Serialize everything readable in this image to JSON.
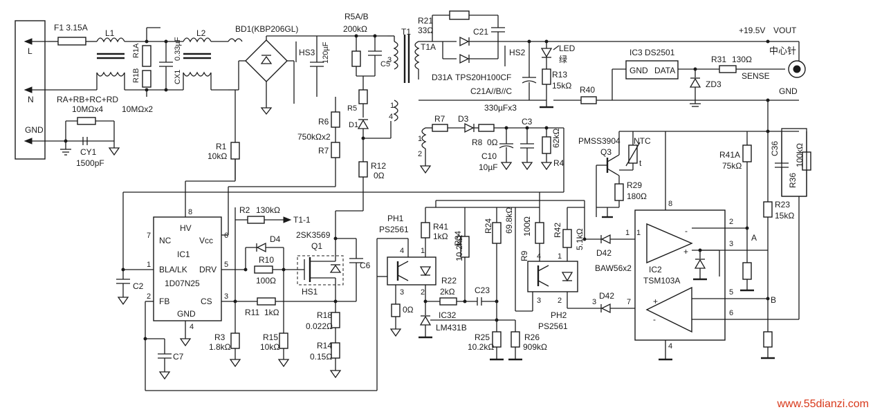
{
  "diagram": {
    "labels": {
      "f1": "F1 3.15A",
      "l_in": "L",
      "n_in": "N",
      "gnd_in": "GND",
      "l1": "L1",
      "r1a": "R1A",
      "r1b": "R1B",
      "cx1": "0.33µF",
      "cx1b": "CX1",
      "l2": "L2",
      "r1ab_val": "10MΩx2",
      "rarbrcrd": "RA+RB+RC+RD",
      "rarbrcrd_val": "10MΩx4",
      "cy1": "CY1",
      "cy1_val": "1500pF",
      "bd1": "BD1(KBP206GL)",
      "hs3": "HS3",
      "c_bulk": "120µF",
      "r5ab": "R5A/B",
      "r5ab_val": "200kΩ",
      "c5": "C5",
      "t1": "T1",
      "pin3": "3",
      "r5": "R5",
      "pin1": "1",
      "d1": "D1",
      "pin4": "4",
      "r6": "R6",
      "r6_val": "750kΩx2",
      "r7": "R7",
      "r1": "R1",
      "r1_val": "10kΩ",
      "r12": "R12",
      "r12_val": "0Ω",
      "r21": "R21",
      "r21_val": "33Ω",
      "c21": "C21",
      "t1a": "T1A",
      "d31a": "D31A",
      "tps": "TPS20H100CF",
      "hs2": "HS2",
      "c21abc": "C21A//B//C",
      "c21abc_val": "330µFx3",
      "led": "LED",
      "led_color": "绿",
      "r13": "R13",
      "r13_val": "15kΩ",
      "r40": "R40",
      "ic3": "IC3 DS2501",
      "ic3_gnd": "GND",
      "ic3_data": "DATA",
      "r31": "R31",
      "r31_val": "130Ω",
      "sense": "SENSE",
      "zd3": "ZD3",
      "vout_v": "+19.5V",
      "vout": "VOUT",
      "center_pin": "中心针",
      "gnd_out": "GND",
      "aux_pin1": "1",
      "aux_pin2": "2",
      "r7b": "R7",
      "d3": "D3",
      "r8": "R8",
      "r8_val": "0Ω",
      "c10": "C10",
      "c10_val": "10µF",
      "c3": "C3",
      "r4": "R4",
      "r4_val": "62kΩ",
      "q3_type": "PMSS3904",
      "q3": "Q3",
      "ntc": "NTC",
      "ntc_t": "t",
      "r29": "R29",
      "r29_val": "180Ω",
      "r41a": "R41A",
      "r41a_val": "75kΩ",
      "c36": "C36",
      "r36": "R36",
      "r36_val": "100kΩ",
      "r23": "R23",
      "r23_val": "15kΩ",
      "ic1_hv": "HV",
      "ic1_vcc": "Vcc",
      "ic1_nc": "NC",
      "ic1_name": "IC1",
      "ic1_bla": "BLA/LK",
      "ic1_drv": "DRV",
      "ic1_part": "1D07N25",
      "ic1_fb": "FB",
      "ic1_cs": "CS",
      "ic1_gnd": "GND",
      "ic1_p8": "8",
      "ic1_p7": "7",
      "ic1_p6": "6",
      "ic1_p1": "1",
      "ic1_p5": "5",
      "ic1_p2": "2",
      "ic1_p3": "3",
      "ic1_p4": "4",
      "c2": "C2",
      "c7": "C7",
      "r3": "R3",
      "r3_val": "1.8kΩ",
      "r2": "R2",
      "r2_val": "130kΩ",
      "t1_1": "T1-1",
      "d4": "D4",
      "r10": "R10",
      "r10_val": "100Ω",
      "r11": "R11",
      "r11_val": "1kΩ",
      "r15": "R15",
      "r15_val": "10kΩ",
      "q1_type": "2SK3569",
      "q1": "Q1",
      "hs1": "HS1",
      "c6": "C6",
      "r18": "R18",
      "r18_val": "0.022Ω",
      "r14": "R14",
      "r14_val": "0.15Ω",
      "ph1": "PH1",
      "ph1_part": "PS2561",
      "ph1_p4": "4",
      "ph1_p1": "1",
      "ph1_p3": "3",
      "ph1_p2": "2",
      "zero_ohm": "0Ω",
      "r41": "R41",
      "r41_val": "1kΩ",
      "r34": "R34",
      "r34_val": "10.2kΩ",
      "r24": "R24",
      "r24_val": "69.8kΩ",
      "r22": "R22",
      "r22_val": "2kΩ",
      "c23": "C23",
      "ic32": "IC32",
      "ic32_part": "LM431B",
      "r25": "R25",
      "r25_val": "10.2kΩ",
      "r26": "R26",
      "r26_val": "909kΩ",
      "r9": "R9",
      "r9_val": "100Ω",
      "r42": "R42",
      "r42_val": "5.1kΩ",
      "ph2": "PH2",
      "ph2_part": "PS2561",
      "ph2_p4": "4",
      "ph2_p1": "1",
      "ph2_p3": "3",
      "ph2_p2": "2",
      "d42a": "D42",
      "d42_part": "BAW56x2",
      "d42b": "D42",
      "ic2": "IC2",
      "ic2_part": "TSM103A",
      "ic2_p8": "8",
      "ic2_p1": "1",
      "ic2_p1b": "1",
      "ic2_p2": "2",
      "ic2_p3": "3",
      "ic2_p3b": "3",
      "ic2_p7": "7",
      "ic2_p5": "5",
      "ic2_p6": "6",
      "ic2_p4": "4",
      "node_a": "A",
      "node_b": "B",
      "watermark": "www.55dianzi.com"
    }
  }
}
